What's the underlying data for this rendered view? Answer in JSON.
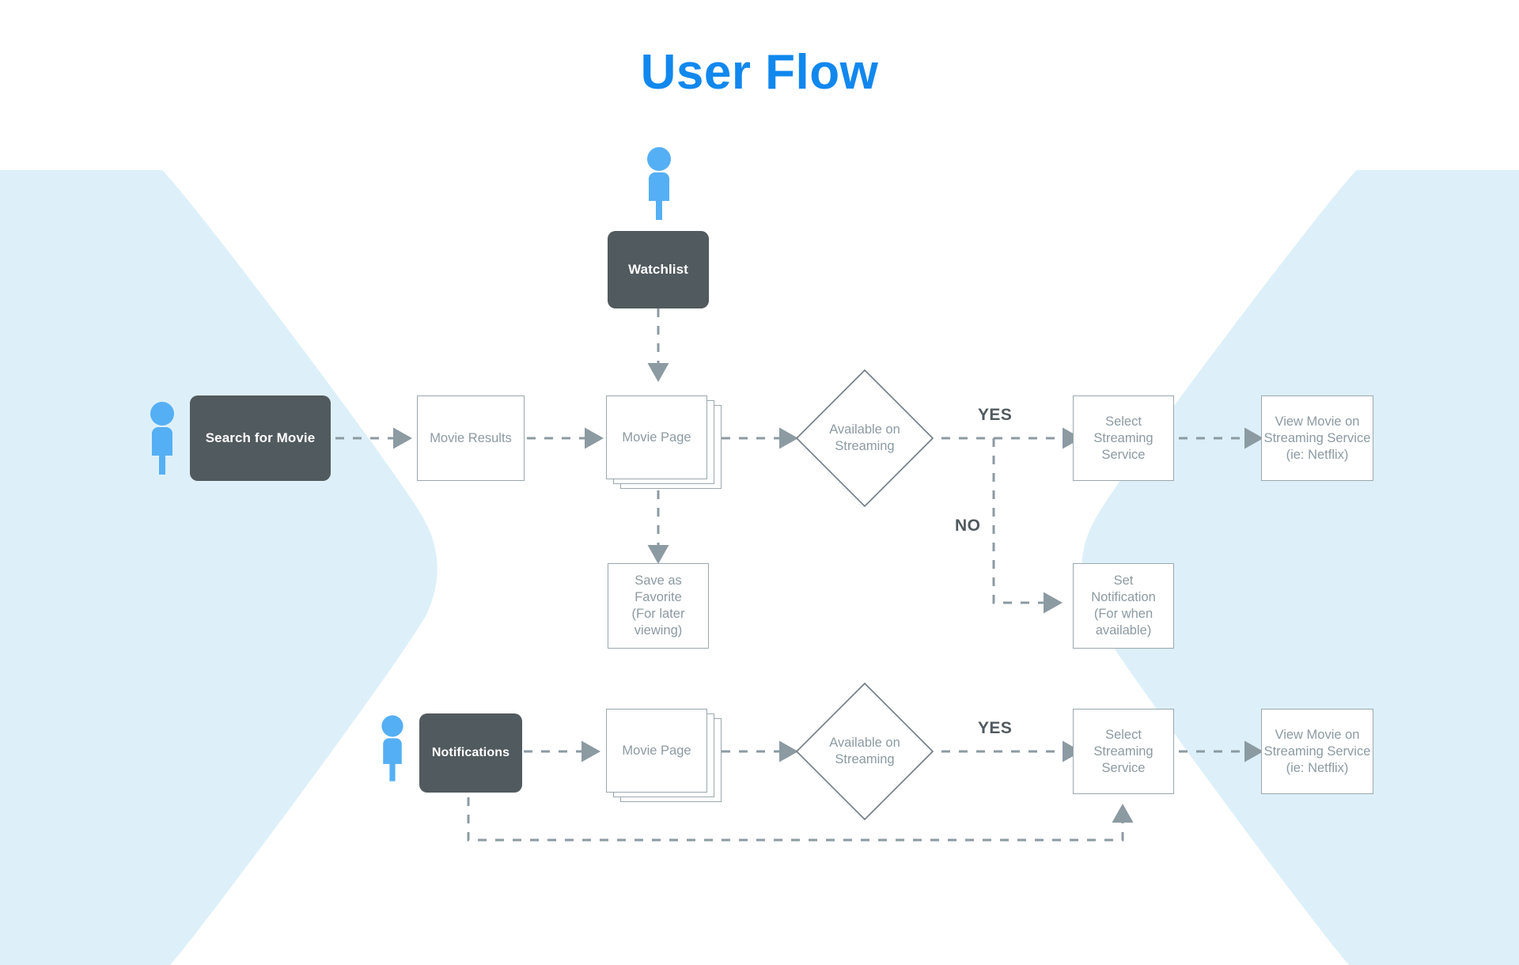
{
  "page": {
    "title": "User Flow",
    "title_color": "#1188ee",
    "background_color": "#ffffff",
    "wedge_color": "#ddf0f9"
  },
  "colors": {
    "dark_node": "#515A5E",
    "node_border": "#9AA7AD",
    "node_text": "#8C9AA2",
    "person_blue": "#55AFF4",
    "connector": "#8C9AA2",
    "branch_text": "#515A5E"
  },
  "actors": [
    {
      "name": "watchlist-actor"
    },
    {
      "name": "search-actor"
    },
    {
      "name": "notifications-actor"
    }
  ],
  "nodes": {
    "watchlist": "Watchlist",
    "search_for_movie": "Search for Movie",
    "movie_results": "Movie Results",
    "movie_page_top": "Movie Page",
    "available_on_streaming_top": "Available on\nStreaming",
    "select_streaming_service_top": "Select\nStreaming\nService",
    "view_movie_top": "View Movie on\nStreaming Service\n(ie: Netflix)",
    "save_as_favorite": "Save as\nFavorite\n(For later\nviewing)",
    "set_notification": "Set\nNotification\n(For when\navailable)",
    "notifications": "Notifications",
    "movie_page_bottom": "Movie Page",
    "available_on_streaming_bottom": "Available on\nStreaming",
    "select_streaming_service_bottom": "Select\nStreaming\nService",
    "view_movie_bottom": "View Movie on\nStreaming Service\n(ie: Netflix)"
  },
  "branches": {
    "yes_top": "YES",
    "no_top": "NO",
    "yes_bottom": "YES"
  }
}
